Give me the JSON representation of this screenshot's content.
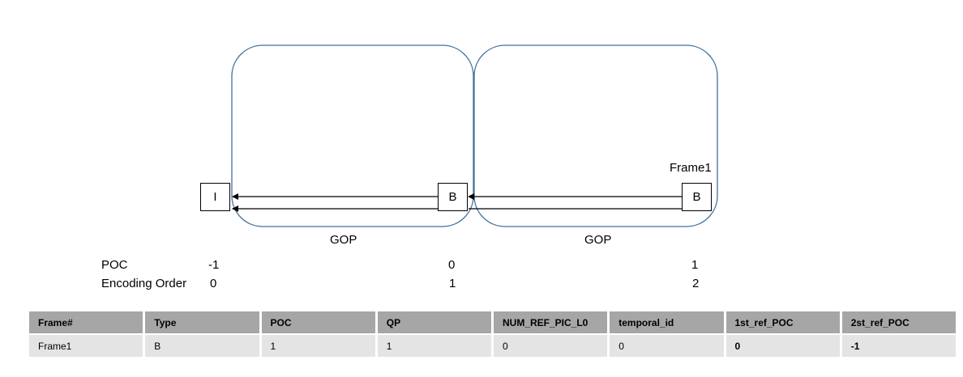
{
  "diagram": {
    "gop_labels": [
      "GOP",
      "GOP"
    ],
    "frames": [
      {
        "type": "I",
        "poc": "-1",
        "encoding_order": "0",
        "label": ""
      },
      {
        "type": "B",
        "poc": "0",
        "encoding_order": "1",
        "label": ""
      },
      {
        "type": "B",
        "poc": "1",
        "encoding_order": "2",
        "label": "Frame1"
      }
    ],
    "row_labels": {
      "poc": "POC",
      "encoding_order": "Encoding Order"
    }
  },
  "table": {
    "headers": [
      "Frame#",
      "Type",
      "POC",
      "QP",
      "NUM_REF_PIC_L0",
      "temporal_id",
      "1st_ref_POC",
      "2st_ref_POC"
    ],
    "rows": [
      [
        "Frame1",
        "B",
        "1",
        "1",
        "0",
        "0",
        "0",
        "-1"
      ]
    ]
  },
  "colors": {
    "gop_border": "#41719c",
    "header_bg": "#a6a6a6",
    "row_bg": "#e4e4e4"
  }
}
